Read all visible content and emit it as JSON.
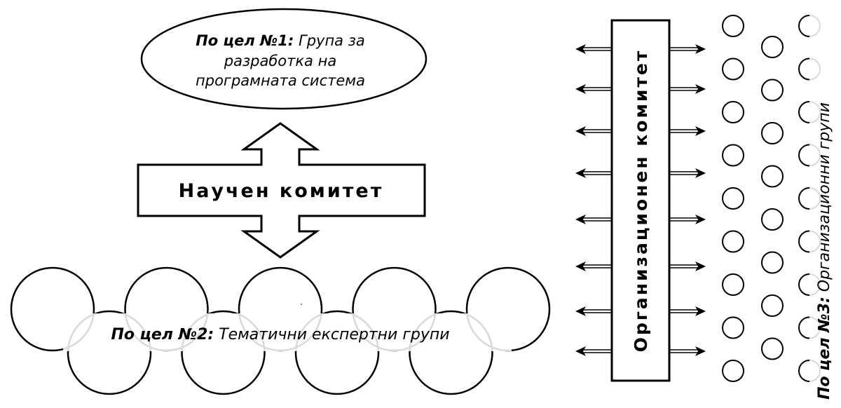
{
  "goal1": {
    "prefix": "По цел №1:",
    "line1_rest": " Група за",
    "line2": "разработка на",
    "line3": "програмната система"
  },
  "scientific_committee": {
    "label": "Научен комитет"
  },
  "goal2": {
    "prefix": "По цел №2:",
    "rest": " Тематични експертни групи",
    "top_row_count": 5,
    "bottom_row_count": 4
  },
  "organizing_committee": {
    "label": "Организационен комитет",
    "arrow_count": 8
  },
  "goal3": {
    "prefix": "По цел №3:",
    "rest": " Организационни групи",
    "column_counts": [
      9,
      8,
      9
    ]
  },
  "colors": {
    "stroke": "#000000",
    "faded": "#dddddd",
    "background": "#ffffff"
  }
}
